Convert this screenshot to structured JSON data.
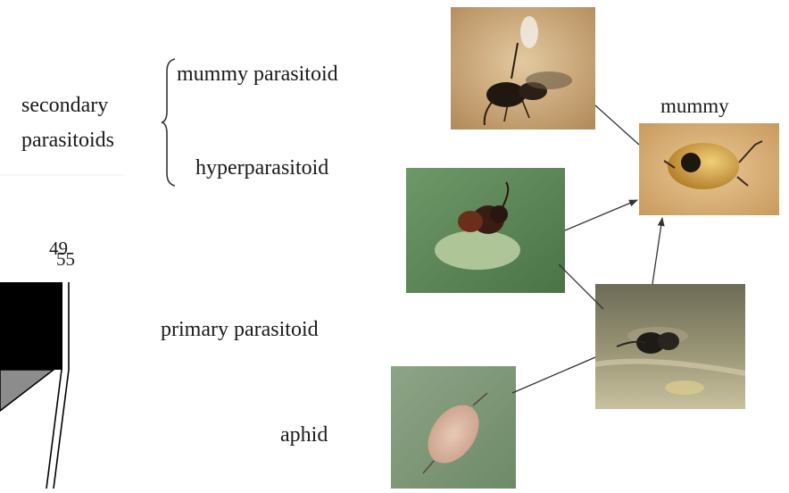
{
  "labels": {
    "secondary_line1": "secondary",
    "secondary_line2": "parasitoids",
    "mummy_parasitoid": "mummy parasitoid",
    "hyperparasitoid": "hyperparasitoid",
    "mummy": "mummy",
    "primary_parasitoid": "primary parasitoid",
    "aphid": "aphid"
  },
  "left_fragment": {
    "num_top": "49",
    "num_bottom": "55"
  },
  "colors": {
    "photo_mummy_parasitoid_bg": "#c9a77c",
    "photo_mummy_bg": "#d8b078",
    "photo_hyperparasitoid_bg": "#5f8a5a",
    "photo_primary_bg": "#8d8a6c",
    "photo_aphid_bg": "#7f9878",
    "arrow": "#333333"
  },
  "icons": {
    "wasp_dark": "wasp-photo",
    "mummy_body": "mummy-photo",
    "aphid_body": "aphid-photo"
  }
}
